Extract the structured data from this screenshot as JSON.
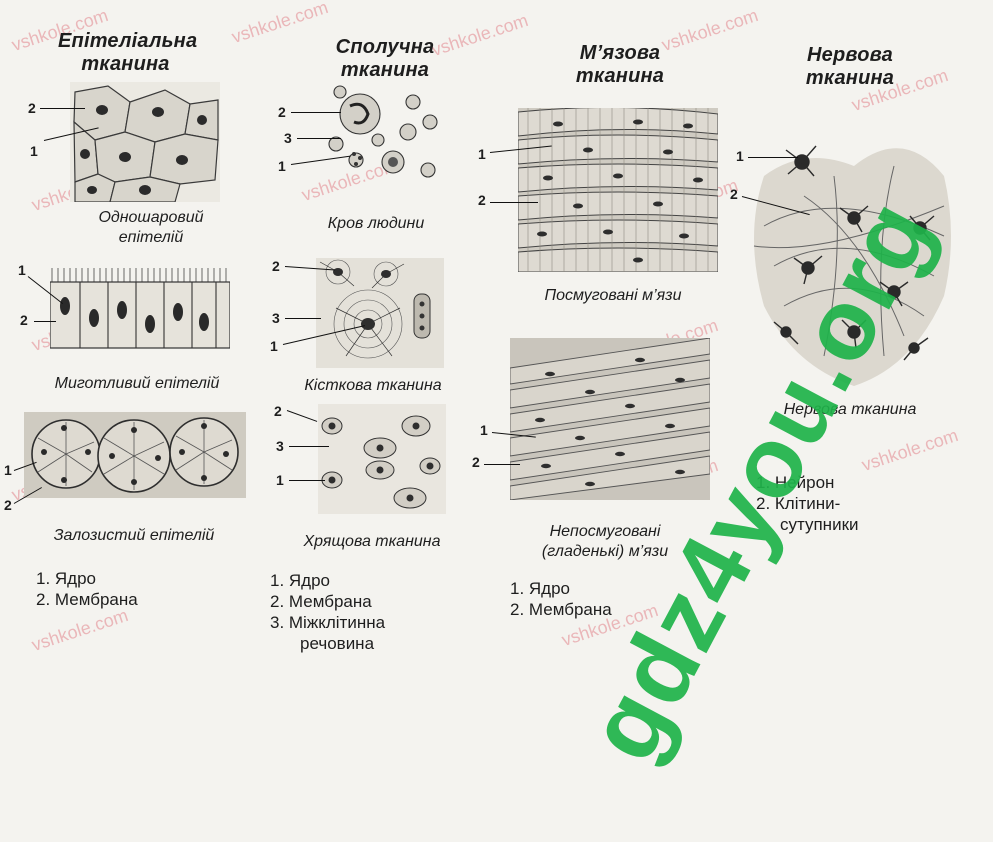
{
  "headers": {
    "epithelial": "Епітеліальна тканина",
    "connective": "Сполучна тканина",
    "muscle": "М’язова тканина",
    "nervous": "Нервова тканина"
  },
  "captions": {
    "single_layer": "Одношаровий епітелій",
    "ciliated": "Миготливий епітелій",
    "glandular": "Залозистий епітелій",
    "blood": "Кров людини",
    "bone": "Кісткова тканина",
    "cartilage": "Хрящова тканина",
    "striated": "Посмуговані м’язи",
    "smooth": "Непосмуговані (гладенькі) м’язи",
    "nervous_tissue": "Нервова тканина"
  },
  "legends": {
    "epithelial": [
      "1. Ядро",
      "2. Мембрана"
    ],
    "connective": [
      "1. Ядро",
      "2. Мембрана",
      "3. Міжклітинна",
      "речовина"
    ],
    "muscle": [
      "1. Ядро",
      "2. Мембрана"
    ],
    "nervous": [
      "1. Нейрон",
      "2. Клітини-",
      "сутупники"
    ]
  },
  "watermark": {
    "site": "vshkole.com",
    "big": "gdz4you.org",
    "big_color": "#1fb34a"
  },
  "labels": {
    "one": "1",
    "two": "2",
    "three": "3"
  }
}
